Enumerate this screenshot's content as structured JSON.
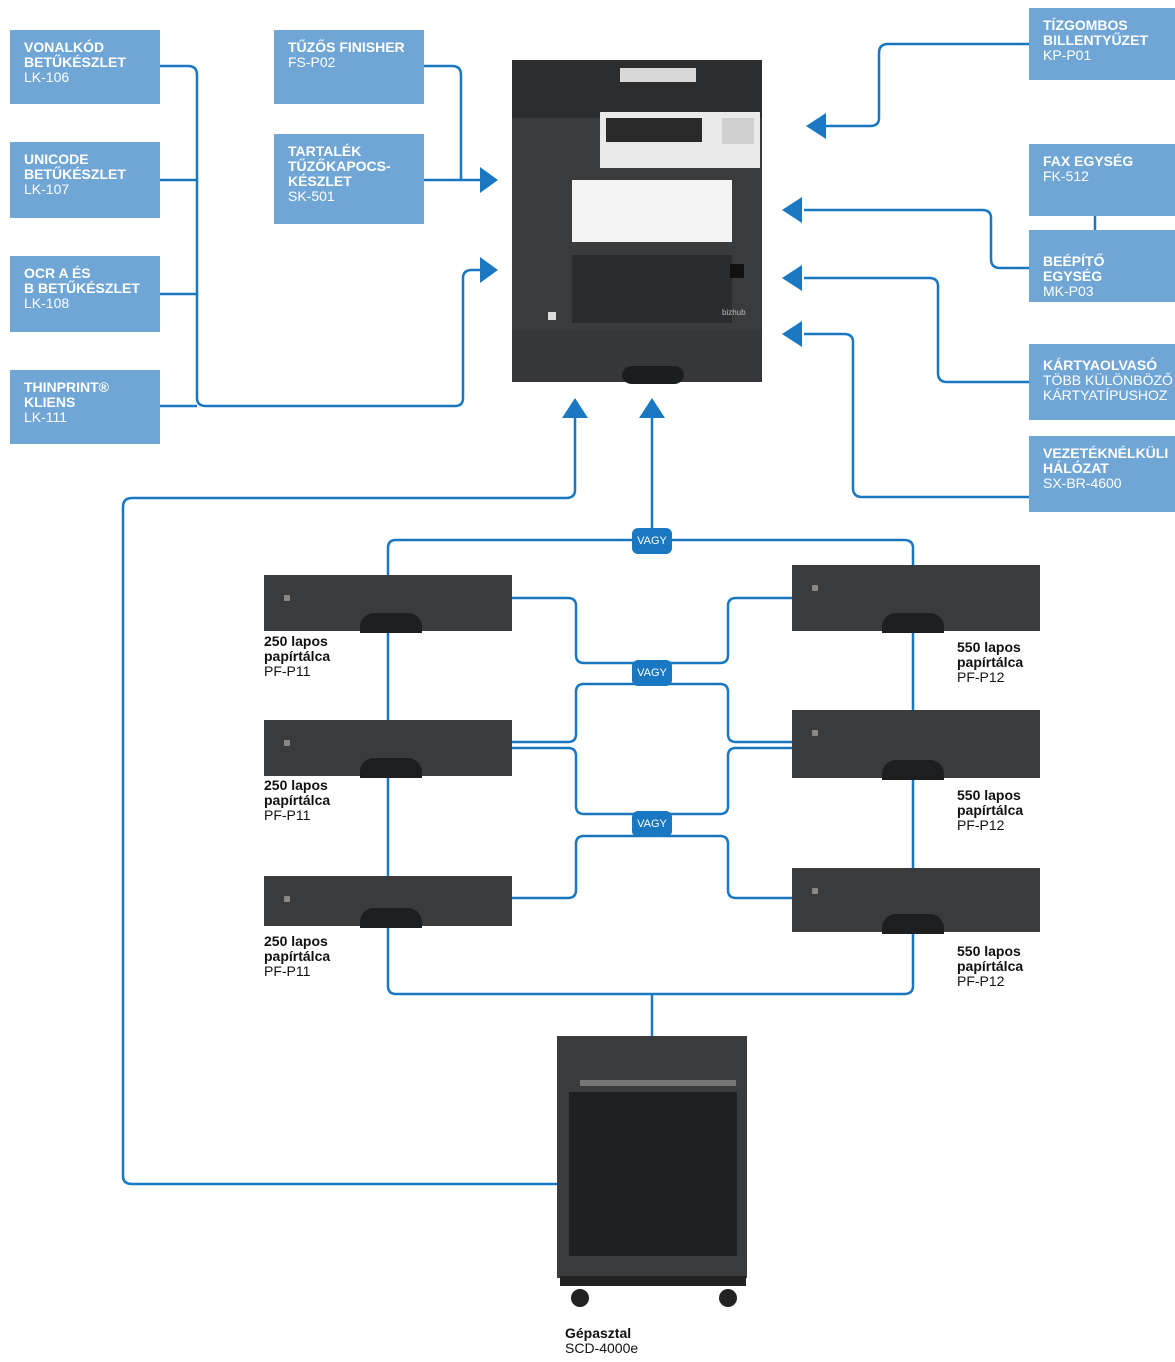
{
  "colors": {
    "box": "#6fa6d6",
    "line": "#1a78c2",
    "vagy": "#1a78c2",
    "device": "#3a3b3d"
  },
  "left_options": [
    {
      "title": "VONALKÓD\nBETŰKÉSZLET",
      "code": "LK-106"
    },
    {
      "title": "UNICODE\nBETŰKÉSZLET",
      "code": "LK-107"
    },
    {
      "title": "OCR A ÉS\nB BETŰKÉSZLET",
      "code": "LK-108"
    },
    {
      "title": "THINPRINT®\nKLIENS",
      "code": "LK-111"
    }
  ],
  "mid_options": [
    {
      "title": "TŰZŐS FINISHER",
      "code": "FS-P02"
    },
    {
      "title": "TARTALÉK\nTŰZŐKAPOCS-\nKÉSZLET",
      "code": "SK-501"
    }
  ],
  "right_options": [
    {
      "title": "TÍZGOMBOS\nBILLENTYŰZET",
      "code": "KP-P01"
    },
    {
      "title": "FAX EGYSÉG",
      "code": "FK-512"
    },
    {
      "title": "BEÉPÍTŐ EGYSÉG",
      "code": "MK-P03"
    },
    {
      "title": "KÁRTYAOLVASÓ",
      "code": "TÖBB KÜLÖNBÖZŐ\nKÁRTYATÍPUSHOZ"
    },
    {
      "title": "VEZETÉKNÉLKÜLI\nHÁLÓZAT",
      "code": "SX-BR-4600"
    }
  ],
  "or_label": "VAGY",
  "trays_left": [
    {
      "title": "250 lapos\npapírtálca",
      "code": "PF-P11"
    },
    {
      "title": "250 lapos\npapírtálca",
      "code": "PF-P11"
    },
    {
      "title": "250 lapos\npapírtálca",
      "code": "PF-P11"
    }
  ],
  "trays_right": [
    {
      "title": "550 lapos\npapírtálca",
      "code": "PF-P12"
    },
    {
      "title": "550 lapos\npapírtálca",
      "code": "PF-P12"
    },
    {
      "title": "550 lapos\npapírtálca",
      "code": "PF-P12"
    }
  ],
  "stand": {
    "title": "Gépasztal",
    "code": "SCD-4000e"
  },
  "printer": {
    "brand": "bizhub"
  }
}
